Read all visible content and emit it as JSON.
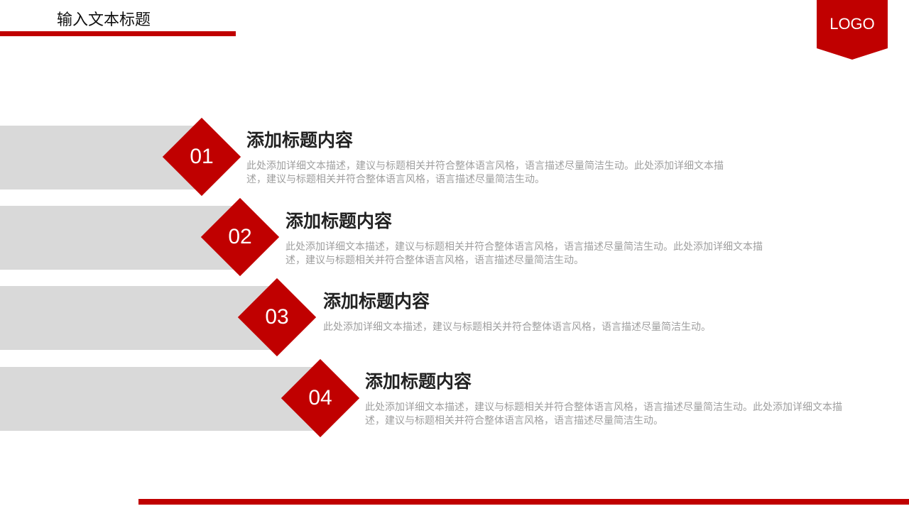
{
  "header": {
    "title": "输入文本标题"
  },
  "logo": {
    "label": "LOGO"
  },
  "colors": {
    "accent": "#c00000",
    "band": "#d9d9d9"
  },
  "items": [
    {
      "number": "01",
      "title": "添加标题内容",
      "desc": "此处添加详细文本描述，建议与标题相关并符合整体语言风格，语言描述尽量简洁生动。此处添加详细文本描述，建议与标题相关并符合整体语言风格，语言描述尽量简洁生动。"
    },
    {
      "number": "02",
      "title": "添加标题内容",
      "desc": "此处添加详细文本描述，建议与标题相关并符合整体语言风格，语言描述尽量简洁生动。此处添加详细文本描述，建议与标题相关并符合整体语言风格，语言描述尽量简洁生动。"
    },
    {
      "number": "03",
      "title": "添加标题内容",
      "desc": "此处添加详细文本描述，建议与标题相关并符合整体语言风格，语言描述尽量简洁生动。"
    },
    {
      "number": "04",
      "title": "添加标题内容",
      "desc": "此处添加详细文本描述，建议与标题相关并符合整体语言风格，语言描述尽量简洁生动。此处添加详细文本描述，建议与标题相关并符合整体语言风格，语言描述尽量简洁生动。"
    }
  ]
}
